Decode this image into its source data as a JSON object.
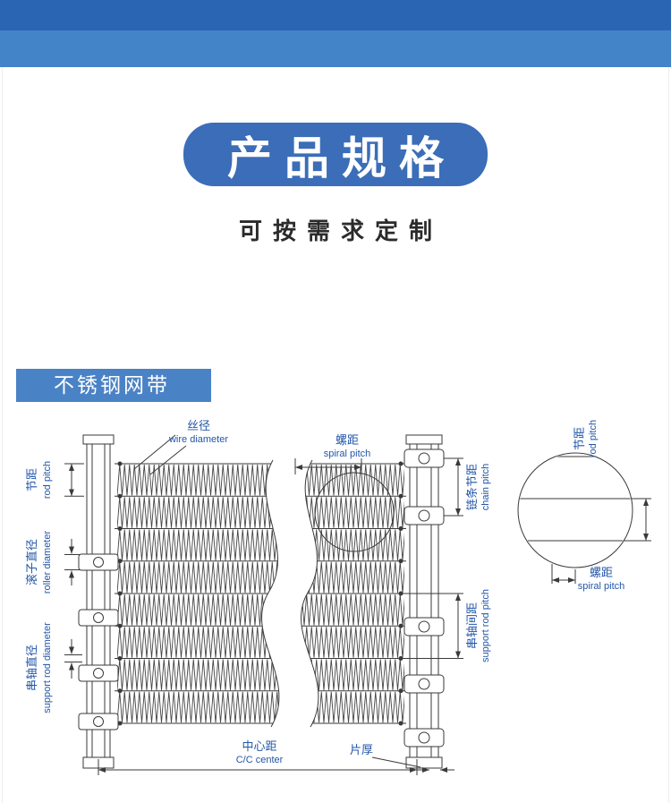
{
  "colors": {
    "top_bar": "#2a65b4",
    "second_bar": "#4383c8",
    "title_pill": "#3b6db8",
    "section_bg": "#4a82c6",
    "diagram_label": "#2356a8",
    "line": "#3a3a3a"
  },
  "header": {
    "title": "产品规格",
    "subtitle": "可按需求定制"
  },
  "section": {
    "label": "不锈钢网带"
  },
  "diagram": {
    "wire_diameter": {
      "cn": "丝径",
      "en": "wire diameter"
    },
    "spiral_pitch": {
      "cn": "螺距",
      "en": "spiral pitch"
    },
    "rod_pitch": {
      "cn": "节距",
      "en": "rod pitch"
    },
    "chain_pitch": {
      "cn": "链条节距",
      "en": "chain pitch"
    },
    "roller_diameter": {
      "cn": "滚子直径",
      "en": "roller diameter"
    },
    "support_rod_diameter": {
      "cn": "串轴直径",
      "en": "support rod diameter"
    },
    "support_rod_pitch": {
      "cn": "串轴间距",
      "en": "support rod pitch"
    },
    "center_distance": {
      "cn": "中心距",
      "en": "C/C center"
    },
    "sheet_thickness": {
      "cn": "片厚"
    },
    "detail_rod_pitch": {
      "cn": "节距",
      "en": "rod pitch"
    },
    "detail_spiral_pitch": {
      "cn": "螺距",
      "en": "spiral pitch"
    }
  }
}
